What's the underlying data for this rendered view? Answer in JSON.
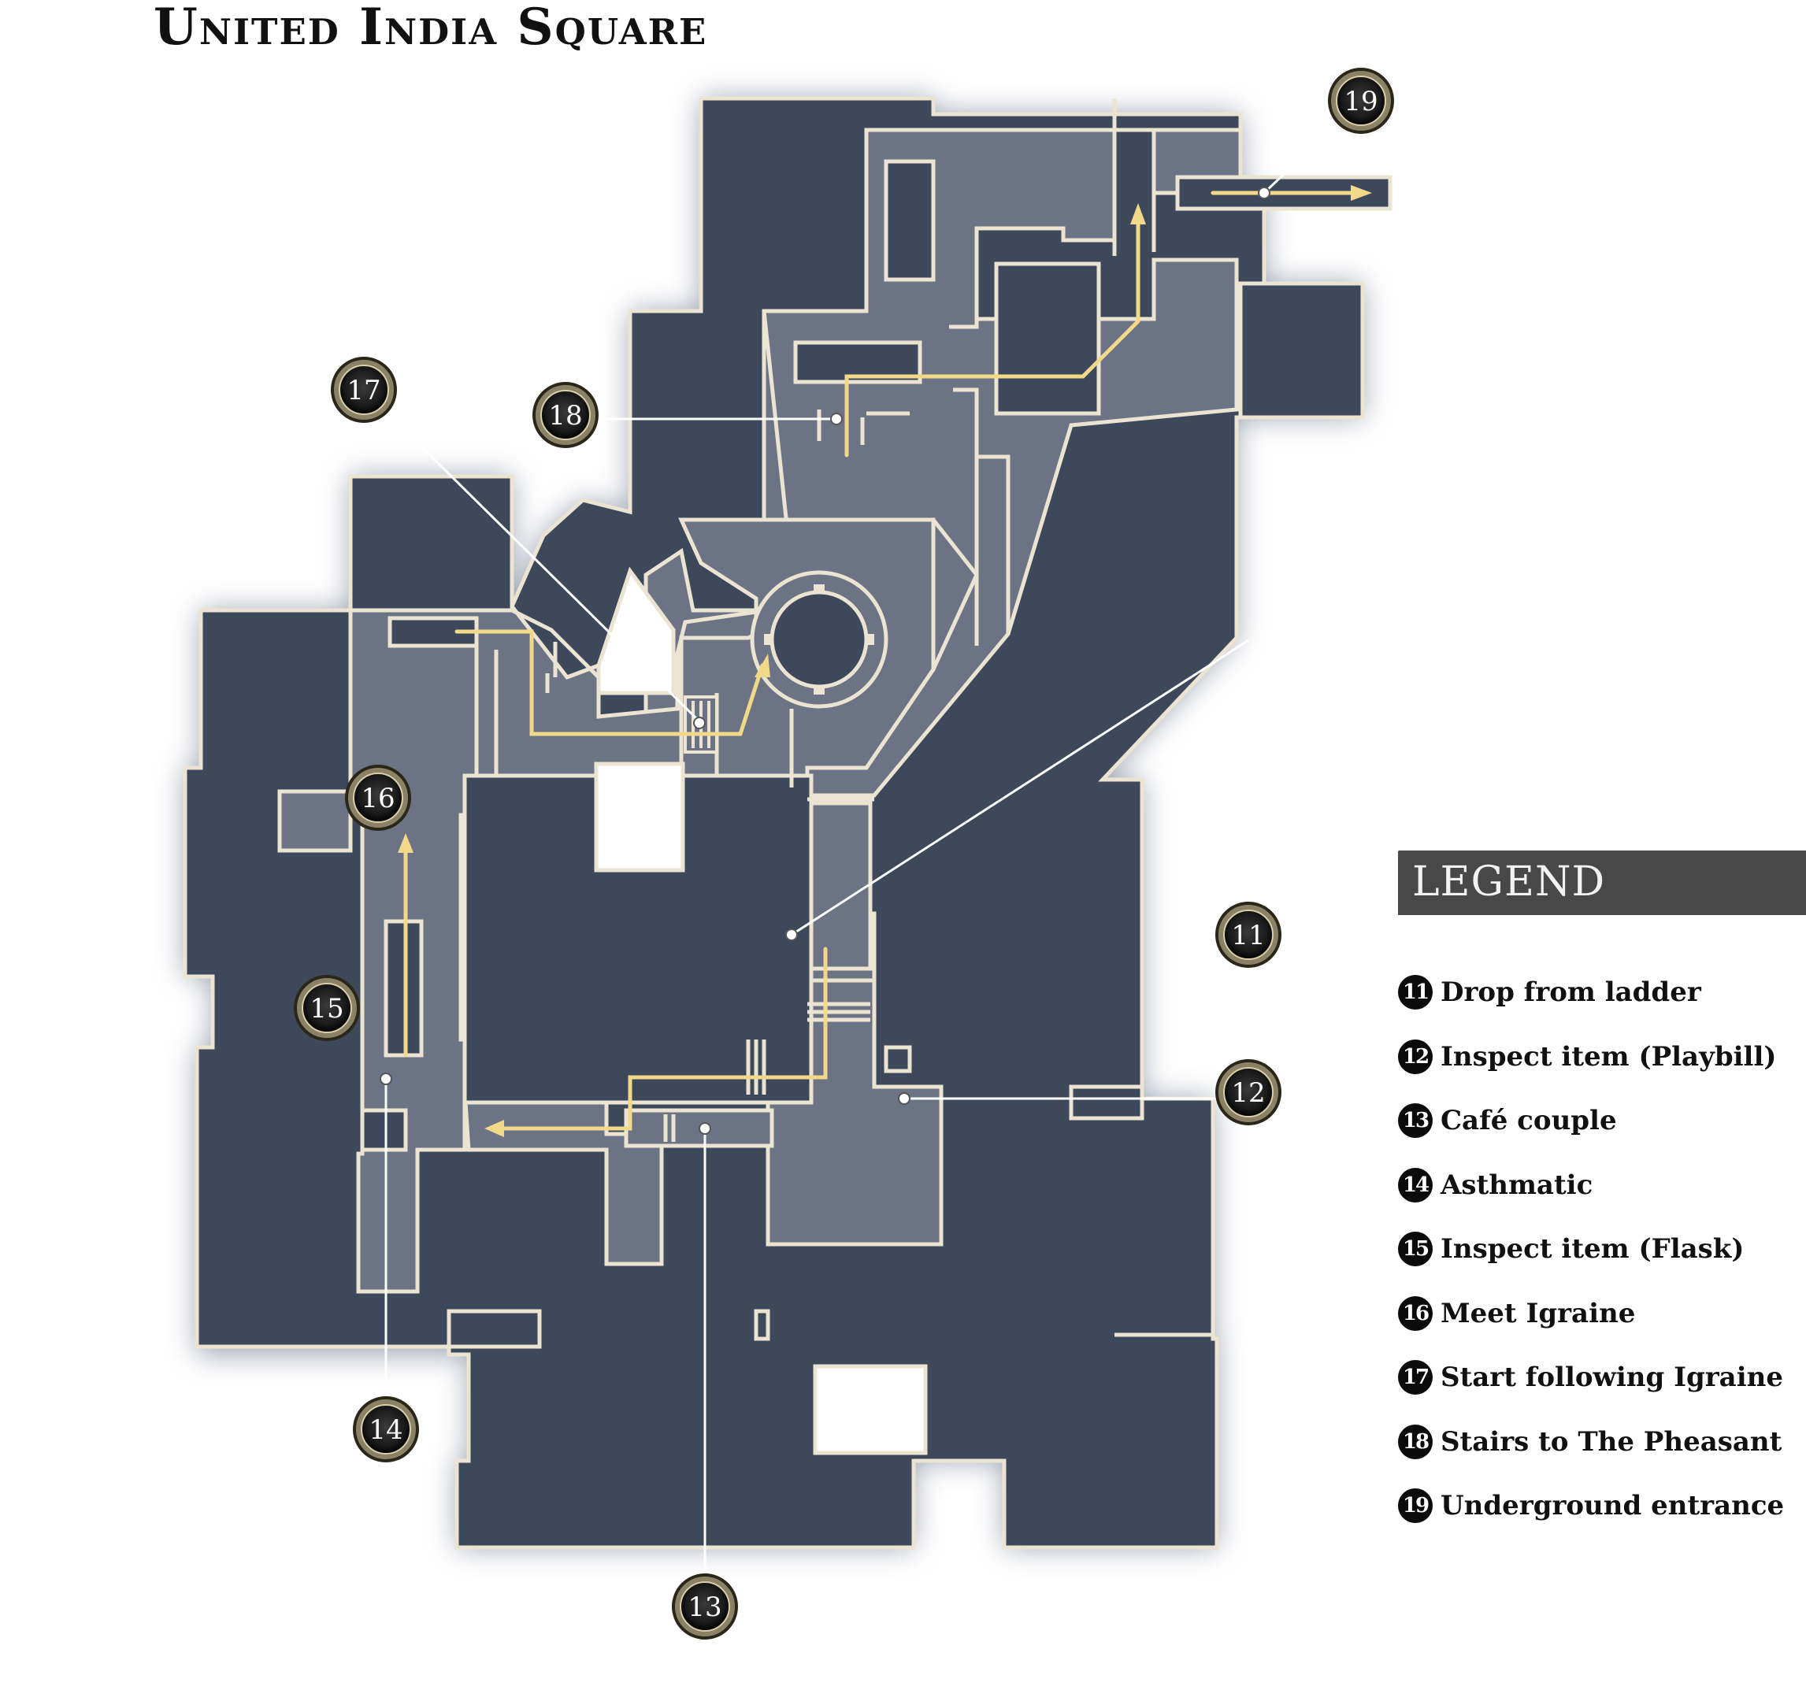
{
  "title": "United India Square",
  "legend": {
    "header": "LEGEND",
    "items": [
      {
        "num": "11",
        "label": "Drop from ladder"
      },
      {
        "num": "12",
        "label": "Inspect item (Playbill)"
      },
      {
        "num": "13",
        "label": " Café couple"
      },
      {
        "num": "14",
        "label": "Asthmatic"
      },
      {
        "num": "15",
        "label": "Inspect item (Flask)"
      },
      {
        "num": "16",
        "label": "Meet Igraine"
      },
      {
        "num": "17",
        "label": "Start following Igraine"
      },
      {
        "num": "18",
        "label": "Stairs to The Pheasant"
      },
      {
        "num": "19",
        "label": "Underground entrance"
      }
    ]
  },
  "markers": [
    "11",
    "12",
    "13",
    "14",
    "15",
    "16",
    "17",
    "18",
    "19"
  ],
  "colors": {
    "building": "#3d495b",
    "street": "#6b7384",
    "outline": "#ece4d2",
    "route": "#f2d98a",
    "marker": "#1a1a1a"
  }
}
